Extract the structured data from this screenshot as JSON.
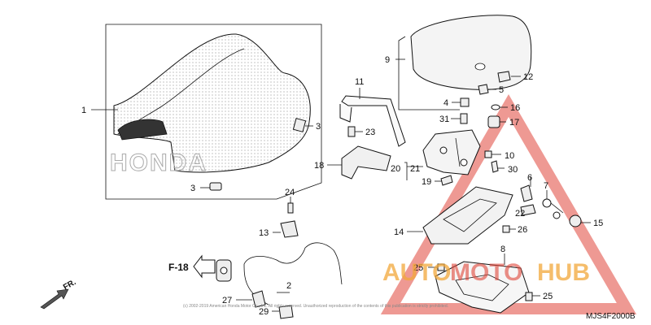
{
  "diagram": {
    "code": "MJS4F2000B",
    "watermark": {
      "text_a": "AUTO",
      "text_b": "MOTO",
      "text_c": "HUB"
    },
    "seat_brand": "HONDA",
    "forward_label": "FR.",
    "ref_label": "F-18",
    "copyright": "(c) 2002-2019 American Honda Motor Co., Inc. All rights reserved. Unauthorized reproduction of the contents of this publication is strictly prohibited.",
    "callouts": {
      "n1": "1",
      "n2": "2",
      "n3a": "3",
      "n3b": "3",
      "n4": "4",
      "n5": "5",
      "n6": "6",
      "n7": "7",
      "n8": "8",
      "n9": "9",
      "n10": "10",
      "n11": "11",
      "n12": "12",
      "n13": "13",
      "n14": "14",
      "n15": "15",
      "n16": "16",
      "n17": "17",
      "n18": "18",
      "n19": "19",
      "n20": "20",
      "n21": "21",
      "n22": "22",
      "n23": "23",
      "n24": "24",
      "n25a": "25",
      "n25b": "25",
      "n26": "26",
      "n27": "27",
      "n29": "29",
      "n30": "30",
      "n31": "31"
    },
    "colors": {
      "watermark_red": "#e0463a",
      "watermark_orange": "#f2a83a",
      "line": "#111111"
    }
  }
}
